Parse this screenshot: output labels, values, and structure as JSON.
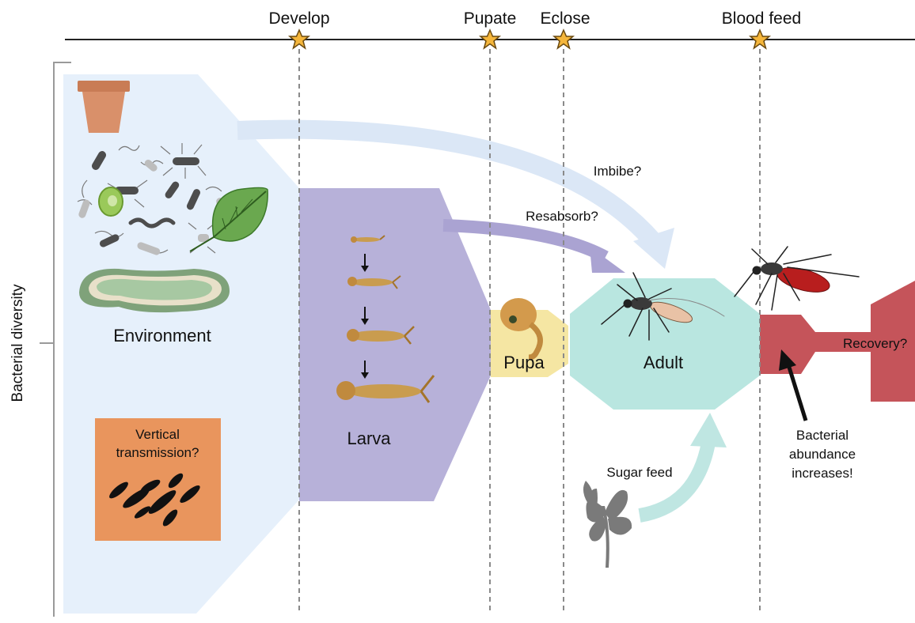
{
  "timeline": {
    "events": [
      "Develop",
      "Pupate",
      "Eclose",
      "Blood feed"
    ]
  },
  "axis": {
    "label": "Bacterial diversity"
  },
  "stages": {
    "environment": "Environment",
    "larva": "Larva",
    "pupa": "Pupa",
    "adult": "Adult"
  },
  "annotations": {
    "vertical_transmission": [
      "Vertical",
      "transmission?"
    ],
    "imbibe": "Imbibe?",
    "reabsorb": "Resabsorb?",
    "sugar_feed": "Sugar feed",
    "recovery": "Recovery?",
    "abundance": [
      "Bacterial",
      "abundance",
      "increases!"
    ]
  },
  "colors": {
    "environment": "#e6f0fb",
    "larva": "#b7b1d9",
    "pupa": "#f5e6a3",
    "adult": "#b9e6e0",
    "bloodfeed": "#c5545a",
    "vertical_box": "#e9955d",
    "star": "#f5b63b",
    "imbibe_arrow": "#dbe7f6",
    "reabsorb_arrow": "#aaa3d2",
    "sugar_arrow": "#bfe6e2"
  }
}
